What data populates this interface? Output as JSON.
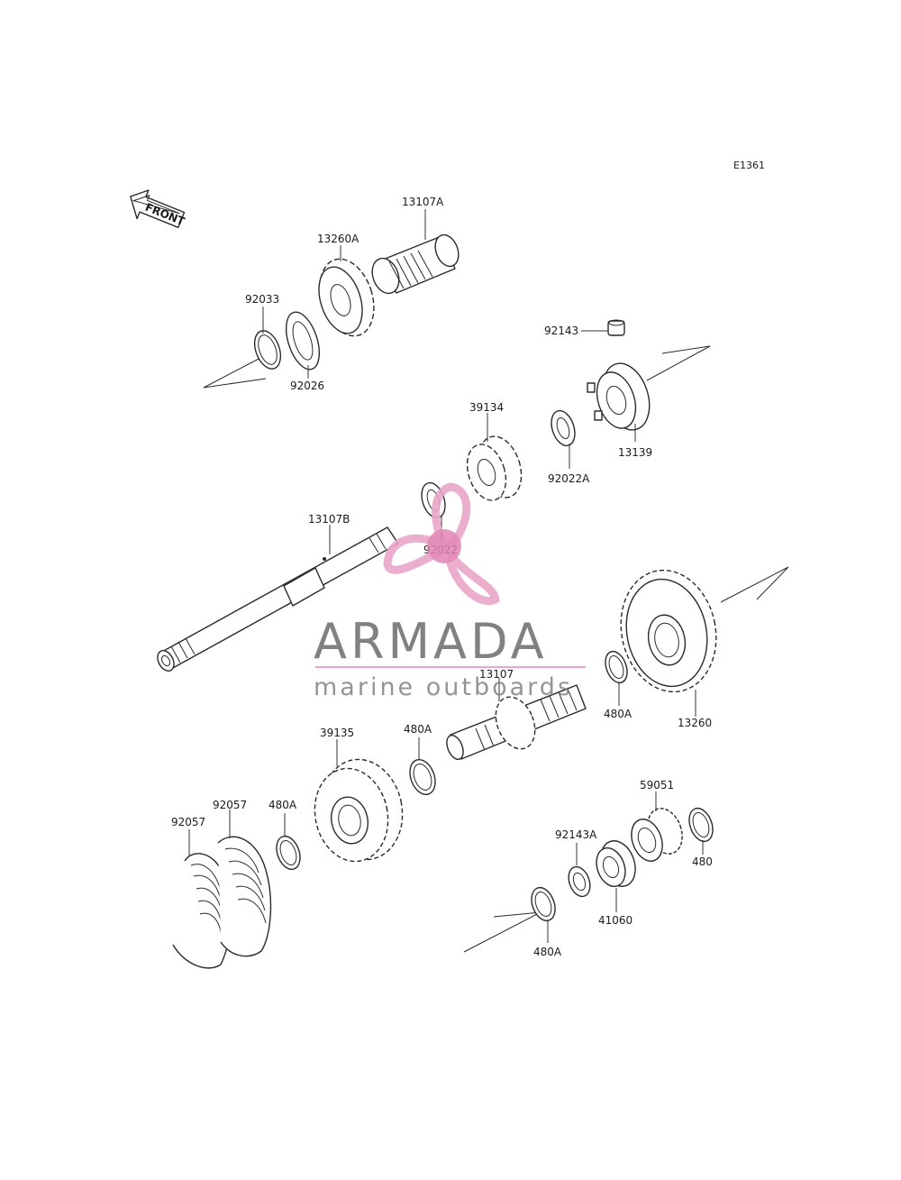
{
  "diagram": {
    "ref_code": "E1361",
    "front_label": "FRONT",
    "parts": [
      {
        "id": "13107A"
      },
      {
        "id": "13260A"
      },
      {
        "id": "92033"
      },
      {
        "id": "92026"
      },
      {
        "id": "92143"
      },
      {
        "id": "13139"
      },
      {
        "id": "39134"
      },
      {
        "id": "92022A"
      },
      {
        "id": "92022"
      },
      {
        "id": "13107B"
      },
      {
        "id": "13260"
      },
      {
        "id": "480A_a"
      },
      {
        "id": "13107"
      },
      {
        "id": "39135"
      },
      {
        "id": "480A_b"
      },
      {
        "id": "92057_a"
      },
      {
        "id": "92057_b"
      },
      {
        "id": "480A_c"
      },
      {
        "id": "59051"
      },
      {
        "id": "92143A"
      },
      {
        "id": "480"
      },
      {
        "id": "41060"
      },
      {
        "id": "480A_d"
      }
    ],
    "labels": {
      "p13107A": "13107A",
      "p13260A": "13260A",
      "p92033": "92033",
      "p92026": "92026",
      "p92143": "92143",
      "p13139": "13139",
      "p39134": "39134",
      "p92022A": "92022A",
      "p92022": "92022",
      "p13107B": "13107B",
      "p13260": "13260",
      "p480A_a": "480A",
      "p13107": "13107",
      "p39135": "39135",
      "p480A_b": "480A",
      "p92057_a": "92057",
      "p92057_b": "92057",
      "p480A_c": "480A",
      "p59051": "59051",
      "p92143A": "92143A",
      "p480": "480",
      "p41060": "41060",
      "p480A_d": "480A"
    }
  },
  "watermark": {
    "title": "ARMADA",
    "subtitle": "marine outboards",
    "logo_colors": {
      "pink": "#e9a6c8",
      "pink_dark": "#e07fb0",
      "gray": "#6b6b6b"
    }
  }
}
